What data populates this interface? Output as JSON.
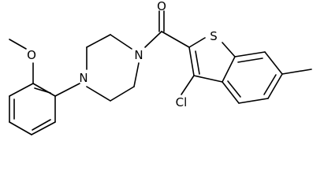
{
  "molecule": {
    "atoms": {
      "oxygen_carbonyl": "O",
      "sulfur": "S",
      "nitrogen_amide": "N",
      "nitrogen_aryl": "N",
      "oxygen_methoxy": "O",
      "chlorine": "Cl"
    }
  }
}
